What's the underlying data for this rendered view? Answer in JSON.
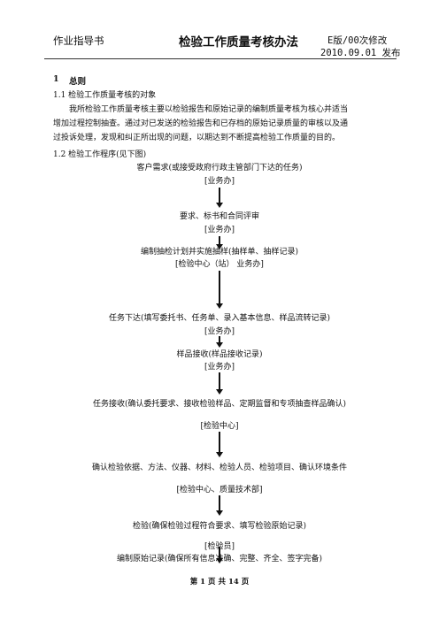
{
  "header": {
    "left": "作业指导书",
    "title": "检验工作质量考核办法",
    "version": "E版/00次修改",
    "date": "2010.09.01 发布"
  },
  "section": {
    "num": "1",
    "title": "总则"
  },
  "s11": {
    "heading": "1.1 检验工作质量考核的对象",
    "p1": "我所检验工作质量考核主要以检验报告和原始记录的编制质量考核为核心并适当",
    "p2": "增加过程控制抽查。通过对已发送的检验报告和已存档的原始记录质量的审核以及通",
    "p3": "过投诉处理，发现和纠正所出现的问题，以期达到不断提高检验工作质量的目的。"
  },
  "s12": {
    "heading": "1.2  检验工作程序(见下图)"
  },
  "flow": [
    {
      "text": "客户需求(或接受政府行政主管部门下达的任务)",
      "role": "[业务办]"
    },
    {
      "text": "要求、标书和合同评审",
      "role": "[业务办]"
    },
    {
      "text": "编制抽检计划并实施抽样(抽样单、抽样记录)",
      "role": "[检验中心（站） 业务办]"
    },
    {
      "text": "任务下达(填写委托书、任务单、录入基本信息、样品流转记录)",
      "role": "[业务办]"
    },
    {
      "text": "样品接收(样品接收记录)",
      "role": "[业务办]"
    },
    {
      "text": "任务接收(确认委托要求、接收检验样品、定期监督和专项抽查样品确认)",
      "role": "[检验中心]"
    },
    {
      "text": "确认检验依据、方法、仪器、材料、检验人员、检验项目、确认环境条件",
      "role": "[检验中心、质量技术部]"
    },
    {
      "text": "检验(确保检验过程符合要求、填写检验原始记录)",
      "role": "[检验员]"
    },
    {
      "text": "编制原始记录(确保所有信息准确、完整、齐全、签字完备)"
    }
  ],
  "footer": "第 1 页 共 14 页"
}
